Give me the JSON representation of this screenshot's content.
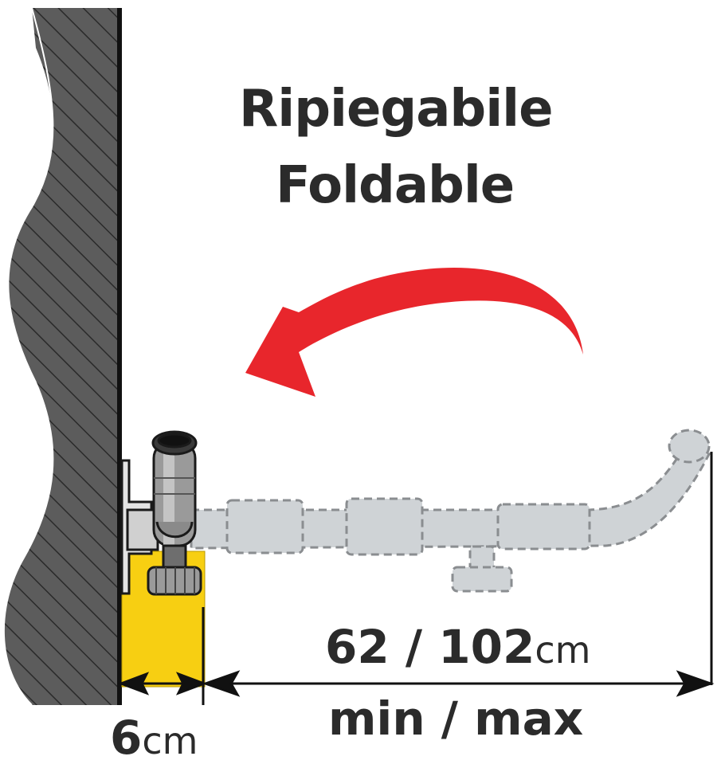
{
  "title": {
    "line1": "Ripiegabile",
    "line2": "Foldable"
  },
  "dimensions": {
    "width_value": "6",
    "width_unit": "cm",
    "length_value": "62 / 102",
    "length_unit": "cm",
    "range_label": "min / max"
  },
  "colors": {
    "wall": "#5c5c5c",
    "hatch": "#2a2a2a",
    "arrow": "#e8262c",
    "spacer": "#f7cf12",
    "arm_ghost": "#cfd3d6",
    "arm_dash": "#8a8d90",
    "outline": "#1a1a1a"
  }
}
